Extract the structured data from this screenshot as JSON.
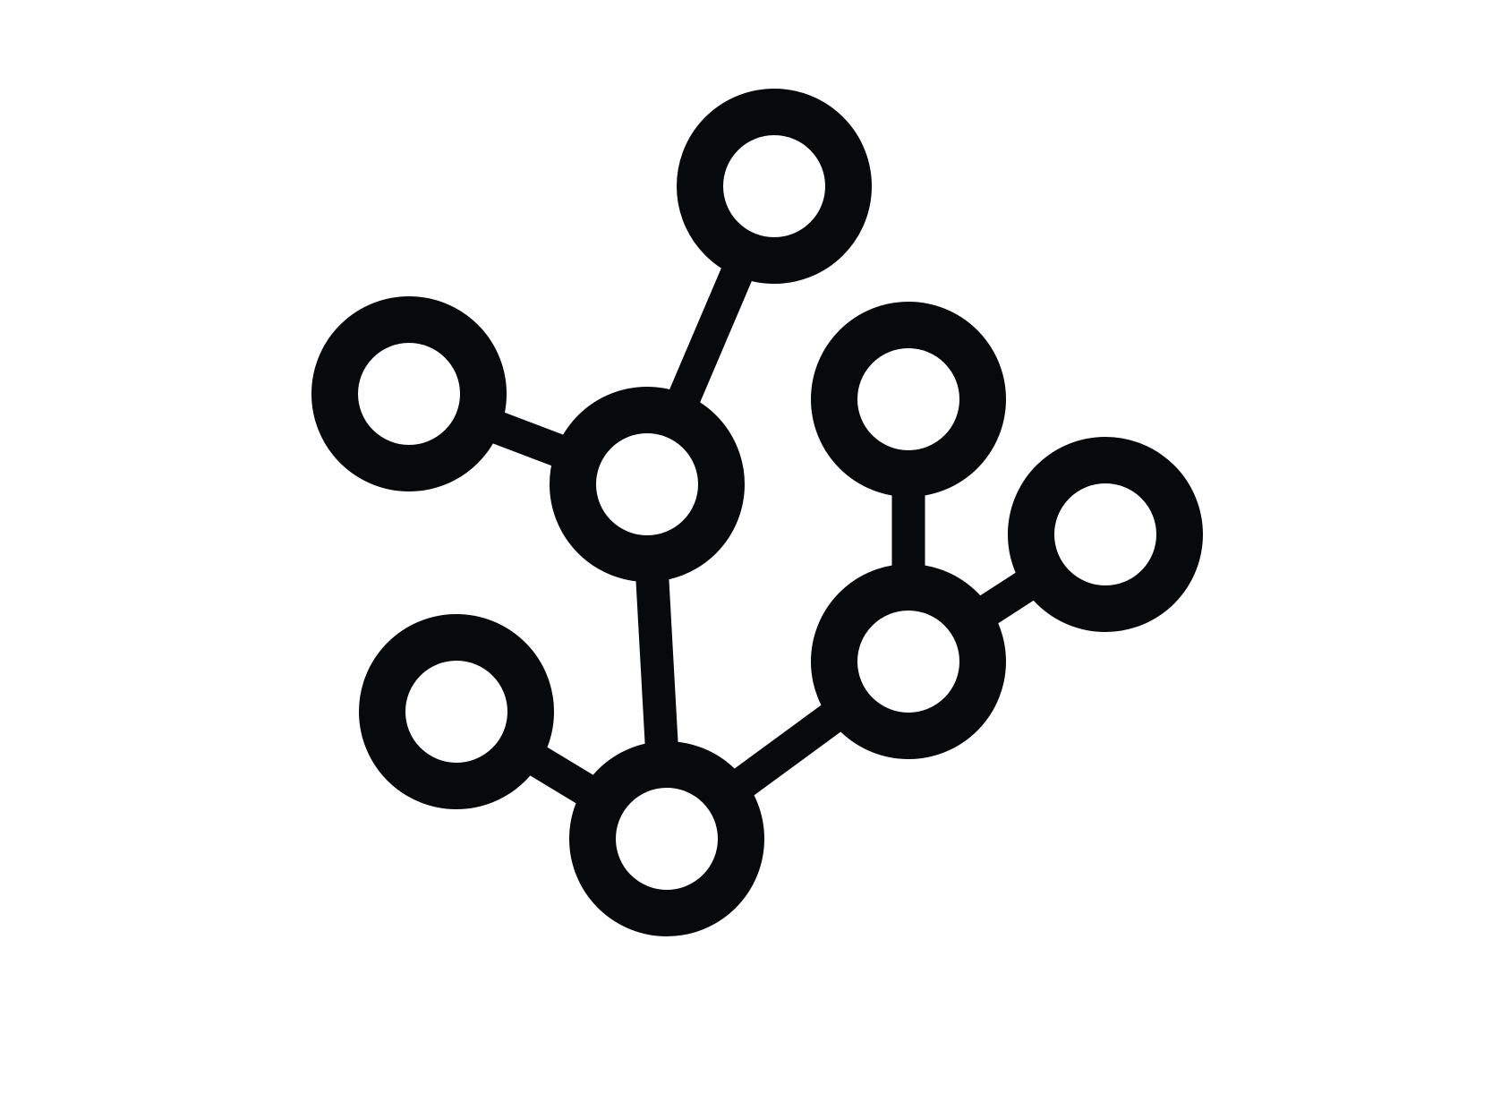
{
  "diagram": {
    "type": "network-graph",
    "colors": {
      "stroke": "#08090b",
      "background": "#ffffff",
      "node_fill": "#ffffff"
    },
    "nodes": [
      {
        "id": "n-top"
      },
      {
        "id": "n-left"
      },
      {
        "id": "n-center"
      },
      {
        "id": "n-right-top"
      },
      {
        "id": "n-far-right"
      },
      {
        "id": "n-right-mid"
      },
      {
        "id": "n-lower-left"
      },
      {
        "id": "n-bottom"
      }
    ],
    "edges": [
      {
        "from": "n-center",
        "to": "n-top"
      },
      {
        "from": "n-center",
        "to": "n-left"
      },
      {
        "from": "n-center",
        "to": "n-bottom"
      },
      {
        "from": "n-bottom",
        "to": "n-lower-left"
      },
      {
        "from": "n-bottom",
        "to": "n-right-mid"
      },
      {
        "from": "n-right-mid",
        "to": "n-right-top"
      },
      {
        "from": "n-right-mid",
        "to": "n-far-right"
      }
    ]
  }
}
